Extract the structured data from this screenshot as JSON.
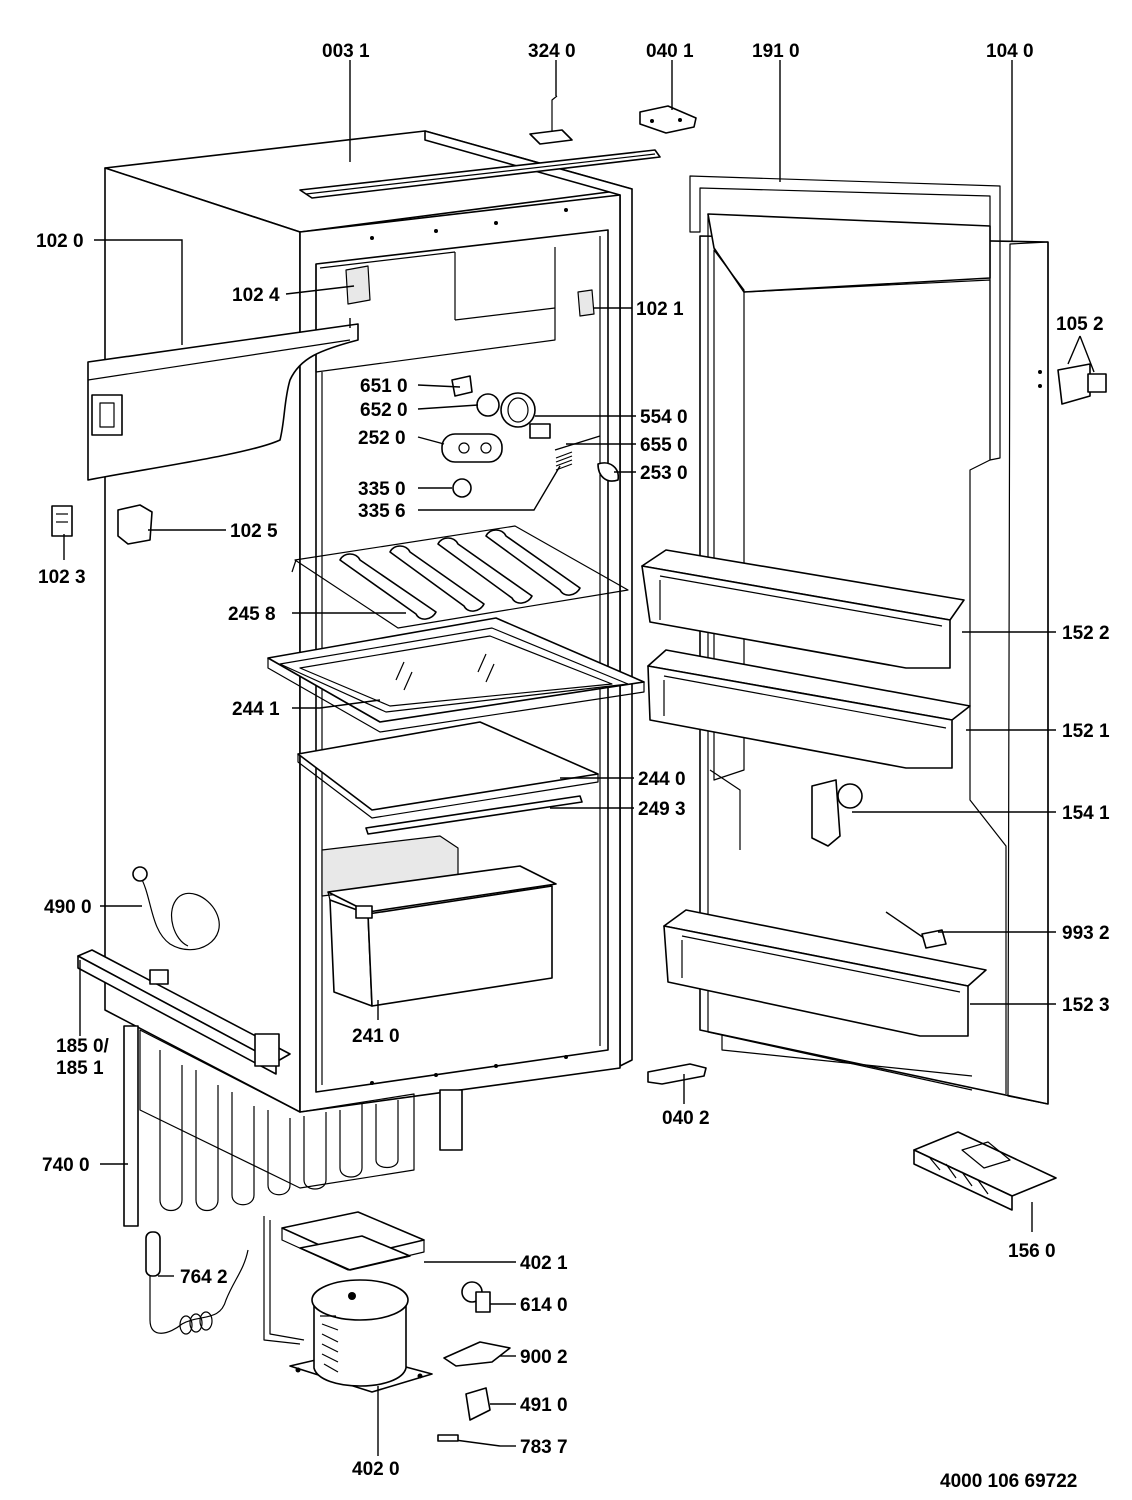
{
  "drawing_number": "4000 106 69722",
  "callouts": [
    {
      "id": "c0031",
      "text": "003 1"
    },
    {
      "id": "c3240",
      "text": "324 0"
    },
    {
      "id": "c0401",
      "text": "040 1"
    },
    {
      "id": "c1910",
      "text": "191 0"
    },
    {
      "id": "c1040",
      "text": "104 0"
    },
    {
      "id": "c1020",
      "text": "102 0"
    },
    {
      "id": "c1024",
      "text": "102 4"
    },
    {
      "id": "c1021",
      "text": "102 1"
    },
    {
      "id": "c1052",
      "text": "105 2"
    },
    {
      "id": "c6510",
      "text": "651 0"
    },
    {
      "id": "c6520",
      "text": "652 0"
    },
    {
      "id": "c5540",
      "text": "554 0"
    },
    {
      "id": "c2520",
      "text": "252 0"
    },
    {
      "id": "c6550",
      "text": "655 0"
    },
    {
      "id": "c2530",
      "text": "253 0"
    },
    {
      "id": "c3350",
      "text": "335 0"
    },
    {
      "id": "c3356",
      "text": "335 6"
    },
    {
      "id": "c1025",
      "text": "102 5"
    },
    {
      "id": "c1023",
      "text": "102 3"
    },
    {
      "id": "c2458",
      "text": "245 8"
    },
    {
      "id": "c1522",
      "text": "152 2"
    },
    {
      "id": "c2441",
      "text": "244 1"
    },
    {
      "id": "c1521",
      "text": "152 1"
    },
    {
      "id": "c2440",
      "text": "244 0"
    },
    {
      "id": "c2493",
      "text": "249 3"
    },
    {
      "id": "c1541",
      "text": "154 1"
    },
    {
      "id": "c4900",
      "text": "490 0"
    },
    {
      "id": "c9932",
      "text": "993 2"
    },
    {
      "id": "c1523",
      "text": "152 3"
    },
    {
      "id": "c1850",
      "text": "185 0/"
    },
    {
      "id": "c1851",
      "text": "185 1"
    },
    {
      "id": "c2410",
      "text": "241 0"
    },
    {
      "id": "c0402",
      "text": "040 2"
    },
    {
      "id": "c7400",
      "text": "740 0"
    },
    {
      "id": "c1560",
      "text": "156 0"
    },
    {
      "id": "c4021",
      "text": "402 1"
    },
    {
      "id": "c7642",
      "text": "764 2"
    },
    {
      "id": "c6140",
      "text": "614 0"
    },
    {
      "id": "c9002",
      "text": "900 2"
    },
    {
      "id": "c4910",
      "text": "491 0"
    },
    {
      "id": "c7837",
      "text": "783 7"
    },
    {
      "id": "c4020",
      "text": "402 0"
    }
  ]
}
